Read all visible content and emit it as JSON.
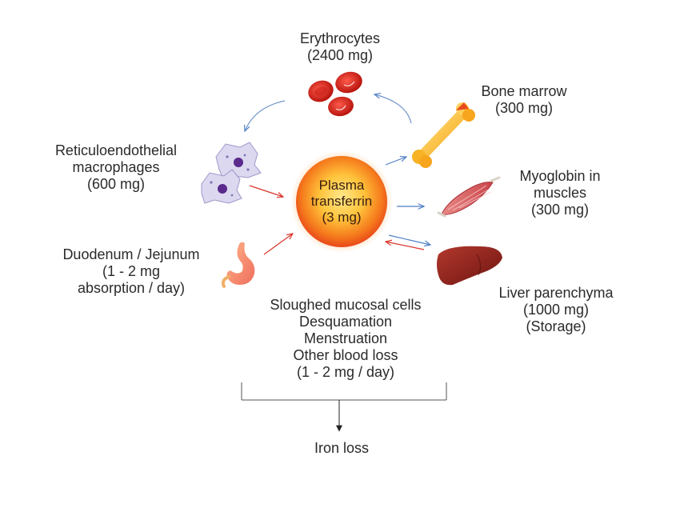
{
  "center": {
    "lines": [
      "Plasma",
      "transferrin",
      "(3 mg)"
    ]
  },
  "nodes": {
    "erythrocytes": {
      "lines": [
        "Erythrocytes",
        "(2400 mg)"
      ]
    },
    "bone_marrow": {
      "lines": [
        "Bone marrow",
        "(300 mg)"
      ]
    },
    "myoglobin": {
      "lines": [
        "Myoglobin in",
        "muscles",
        "(300 mg)"
      ]
    },
    "liver": {
      "lines": [
        "Liver parenchyma",
        "(1000 mg)",
        "(Storage)"
      ]
    },
    "macrophages": {
      "lines": [
        "Reticuloendothelial",
        "macrophages",
        "(600 mg)"
      ]
    },
    "duodenum": {
      "lines": [
        "Duodenum / Jejunum",
        "(1 - 2 mg",
        "absorption / day)"
      ]
    }
  },
  "losses": {
    "lines": [
      "Sloughed mucosal cells",
      "Desquamation",
      "Menstruation",
      "Other blood loss",
      "(1 - 2 mg / day)"
    ]
  },
  "iron_loss": {
    "label": "Iron loss"
  },
  "colors": {
    "inflow_arrow": "#d9342b",
    "outflow_arrow": "#4f7fc7",
    "cycle_arrow": "#6d93c9"
  }
}
